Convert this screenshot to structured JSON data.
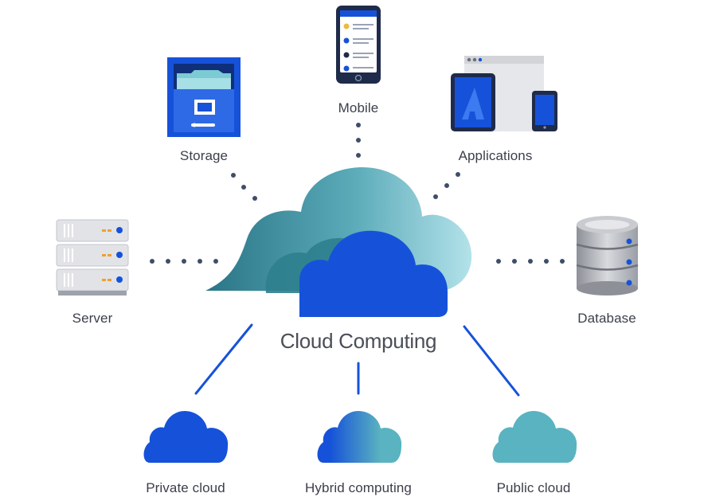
{
  "title": "Cloud Computing",
  "nodes": {
    "mobile": "Mobile",
    "storage": "Storage",
    "applications": "Applications",
    "server": "Server",
    "database": "Database"
  },
  "cloud_types": {
    "private": "Private cloud",
    "hybrid": "Hybrid computing",
    "public": "Public cloud"
  },
  "colors": {
    "blue": "#1652d9",
    "teal": "#5ab3c0",
    "dark_teal": "#2f7f8e",
    "light_teal": "#a9dde6",
    "dot": "#3f4e68",
    "text": "#3b3f4a"
  },
  "icons": [
    "mobile-phone-icon",
    "storage-cabinet-icon",
    "applications-devices-icon",
    "server-rack-icon",
    "database-icon",
    "cloud-icon"
  ]
}
